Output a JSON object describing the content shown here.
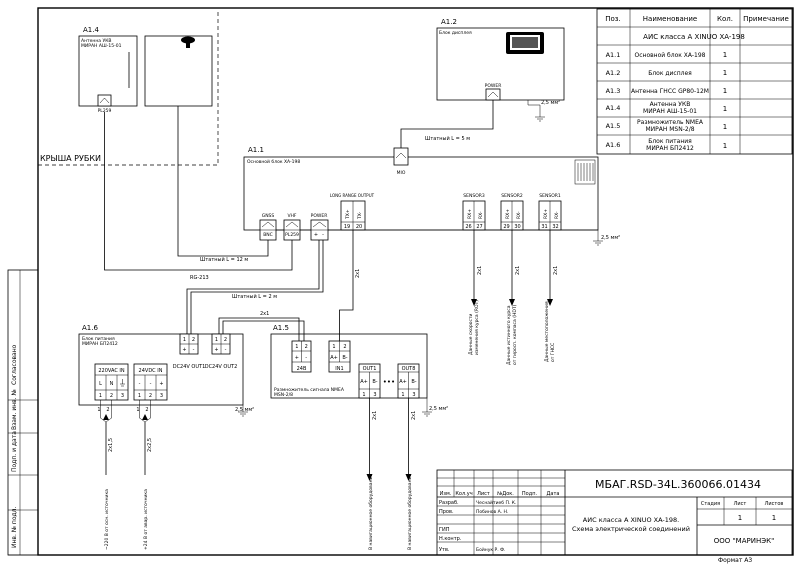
{
  "frame": {
    "left_stamps": [
      "Согласовано",
      "Взам. инв. №",
      "Подп. и дата",
      "Инв. № подл."
    ],
    "format": "Формат А3"
  },
  "spec_table": {
    "headers": [
      "Поз.",
      "Наименование",
      "Кол.",
      "Примечание"
    ],
    "group_title": "АИС класса А XINUO XA-198",
    "rows": [
      {
        "pos": "A1.1",
        "name": [
          "Основной блок XA-198"
        ],
        "qty": "1"
      },
      {
        "pos": "A1.2",
        "name": [
          "Блок дисплея"
        ],
        "qty": "1"
      },
      {
        "pos": "A1.3",
        "name": [
          "Антенна ГНСС GP80-12M"
        ],
        "qty": "1"
      },
      {
        "pos": "A1.4",
        "name": [
          "Антенна УКВ",
          "МИРАН АШ-15-01"
        ],
        "qty": "1"
      },
      {
        "pos": "A1.5",
        "name": [
          "Размножитель NMEA",
          "МИРАН MSN-2/8"
        ],
        "qty": "1"
      },
      {
        "pos": "A1.6",
        "name": [
          "Блок питания",
          "МИРАН БП2412"
        ],
        "qty": "1"
      }
    ]
  },
  "diagram": {
    "roof_label": "КРЫША РУБКИ",
    "a14": {
      "pos": "A1.4",
      "title": [
        "Антенна УКВ",
        "МИРАН АШ-15-01"
      ],
      "conn": "PL259"
    },
    "a12": {
      "pos": "A1.2",
      "title": "Блок дисплея",
      "conn": "POWER"
    },
    "a11": {
      "pos": "A1.1",
      "title": "Основной блок XA-198",
      "conn_gnss": [
        "GNSS",
        "BNC"
      ],
      "conn_vhf": [
        "VHF",
        "PL259"
      ],
      "conn_power": [
        "POWER",
        "+",
        "-"
      ],
      "long_range": [
        "LONG RANGE OUTPUT",
        "TX+",
        "TX-",
        "19",
        "20"
      ],
      "sensors": [
        {
          "name": "SENSOR3",
          "pins": [
            "RX+",
            "RX-"
          ],
          "nums": [
            "26",
            "27"
          ],
          "desc": [
            "Данные скорости",
            "изменения курса (ROT)"
          ]
        },
        {
          "name": "SENSOR2",
          "pins": [
            "RX+",
            "RX-"
          ],
          "nums": [
            "29",
            "30"
          ],
          "desc": [
            "Данные истинного курса",
            "от гиросп. компаса (HDT)"
          ]
        },
        {
          "name": "SENSOR1",
          "pins": [
            "RX+",
            "RX-"
          ],
          "nums": [
            "31",
            "32"
          ],
          "desc": [
            "Данные местоположения",
            "от ГНСС"
          ]
        }
      ]
    },
    "a16": {
      "pos": "A1.6",
      "title": [
        "Блок питания",
        "МИРАН БП2412"
      ],
      "outputs": [
        "DC24V OUT1",
        "DC24V OUT2"
      ],
      "in_ac": {
        "title": "220VAC IN",
        "pins": [
          "L",
          "N"
        ],
        "nums": [
          "1",
          "2",
          "3"
        ]
      },
      "in_dc": {
        "title": "24VDC IN",
        "pins": [
          "-",
          "-",
          "+"
        ],
        "nums": [
          "1",
          "2",
          "3"
        ]
      },
      "feed1": "~220 В от осн. источника",
      "feed2": "+24 В от авар. источника"
    },
    "a15": {
      "pos": "A1.5",
      "title": [
        "Размножитель сигнала NMEA",
        "MSN-2/8"
      ],
      "blocks": [
        "24В",
        "IN1",
        "OUT1",
        "OUT8"
      ],
      "pins_in": [
        "A+",
        "B-"
      ],
      "dots": "•••",
      "out_desc": "В навигационное оборудование"
    },
    "labels": {
      "pwr": "POWER",
      "mio": "MIO",
      "cable_5m": "Штатный L = 5 м",
      "cable_12m": "Штатный L = 12 м",
      "rg": "RG-213",
      "cable_2m": "Штатный L = 2 м",
      "c2x1": "2x1",
      "c2x15": "2x1,5",
      "c2x25": "2x2,5",
      "ground": "2,5 мм²",
      "one": "1",
      "two": "2",
      "three": "3"
    }
  },
  "title_block": {
    "code": "МБАГ.RSD-34L.360066.01434",
    "desc": [
      "АИС класса А XINUO XA-198.",
      "Схема электрической соединений"
    ],
    "company": "ООО \"МАРИНЭК\"",
    "stage_h": "Стадия",
    "sheet_h": "Лист",
    "sheets_h": "Листов",
    "sheet": "1",
    "sheets": "1",
    "col_heads": [
      "Изм.",
      "Кол.уч",
      "Лист",
      "№Док.",
      "Подп.",
      "Дата"
    ],
    "roles": [
      {
        "role": "Разраб.",
        "name": "Чеснайтиеб П. К."
      },
      {
        "role": "Пров.",
        "name": "Побинов А. Н."
      },
      {
        "role": "",
        "name": ""
      },
      {
        "role": "ГИП",
        "name": ""
      },
      {
        "role": "Н.контр.",
        "name": ""
      },
      {
        "role": "Утв.",
        "name": "Бойнук Р. Ф."
      }
    ]
  }
}
